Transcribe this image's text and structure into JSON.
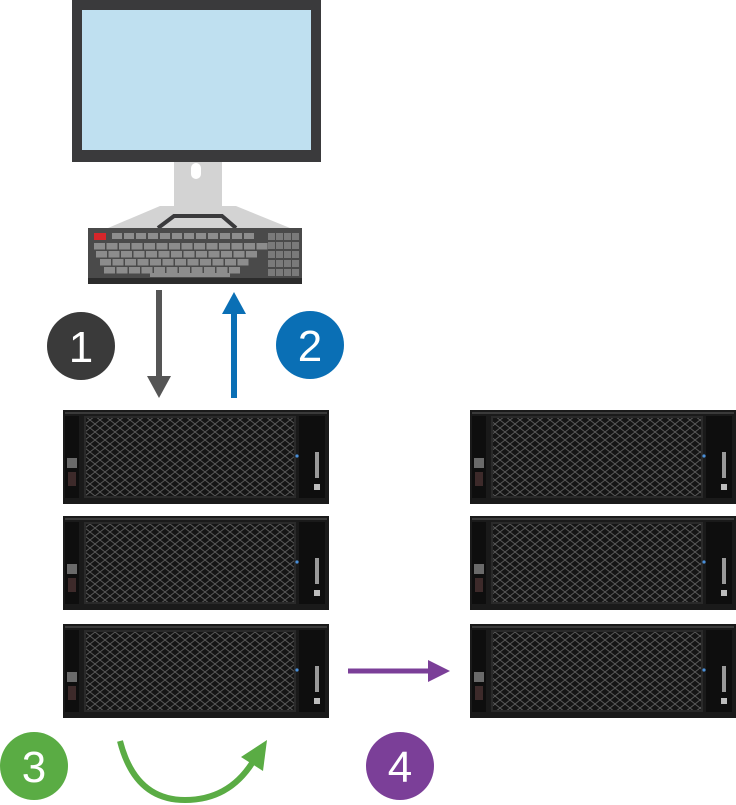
{
  "steps": [
    {
      "number": "1",
      "color": "#3a3a3a"
    },
    {
      "number": "2",
      "color": "#0a6fb5"
    },
    {
      "number": "3",
      "color": "#5aac44"
    },
    {
      "number": "4",
      "color": "#7b3f98"
    }
  ],
  "colors": {
    "monitor_frame": "#3a3a3c",
    "monitor_screen": "#bfe0f0",
    "stand": "#d3d3d3",
    "keyboard_body": "#4a4a4a",
    "keyboard_key": "#8c8c8c",
    "keyboard_accent_key": "#d6262a",
    "enclosure": "#1a1a1a",
    "arrow_down": "#555555",
    "arrow_up": "#0a6fb5",
    "arrow_curve": "#5aac44",
    "arrow_right": "#7b3f98"
  },
  "icons": {
    "management_station": "computer-monitor-icon",
    "keyboard": "keyboard-icon",
    "controller_shelf": "storage-shelf-icon"
  },
  "left_stack": [
    "shelf",
    "shelf",
    "shelf"
  ],
  "right_stack": [
    "shelf",
    "shelf",
    "shelf"
  ]
}
